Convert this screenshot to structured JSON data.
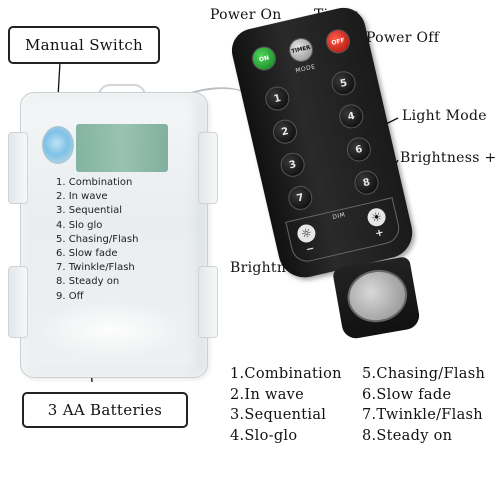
{
  "callouts": {
    "manual_switch": "Manual Switch",
    "batteries": "3 AA Batteries"
  },
  "remote_labels": {
    "power_on": "Power On",
    "timer": "Timer",
    "power_off": "Power Off",
    "light_mode": "Light Mode",
    "brightness_plus": "Brightness +",
    "brightness_minus": "Brightness −"
  },
  "remote": {
    "on": "ON",
    "timer": "TIMER",
    "off": "OFF",
    "mode_label": "MODE",
    "dim_label": "DIM",
    "minus": "−",
    "plus": "+",
    "numbers": [
      "1",
      "2",
      "3",
      "4",
      "5",
      "6",
      "7",
      "8"
    ]
  },
  "box_modes": [
    "1. Combination",
    "2. In wave",
    "3. Sequential",
    "4. Slo glo",
    "5. Chasing/Flash",
    "6. Slow fade",
    "7. Twinkle/Flash",
    "8. Steady on",
    "9. Off"
  ],
  "legend_left": [
    "1.Combination",
    "2.In wave",
    "3.Sequential",
    "4.Slo-glo"
  ],
  "legend_right": [
    "5.Chasing/Flash",
    "6.Slow fade",
    "7.Twinkle/Flash",
    "8.Steady on"
  ],
  "colors": {
    "on_button": "#2fb63a",
    "off_button": "#d9261a",
    "remote_body": "#1a1a1a",
    "switch": "#7fc2e6"
  }
}
